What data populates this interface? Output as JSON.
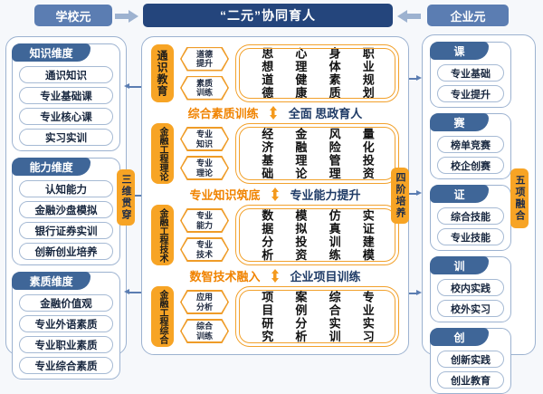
{
  "header": {
    "left": "学校元",
    "center": "“二元”协同育人",
    "right": "企业元"
  },
  "left_panel": {
    "vertical_label": "三维贯穿",
    "groups": [
      {
        "title": "知识维度",
        "items": [
          "通识知识",
          "专业基础课",
          "专业核心课",
          "实习实训"
        ]
      },
      {
        "title": "能力维度",
        "items": [
          "认知能力",
          "金融沙盘模拟",
          "银行证券实训",
          "创新创业培养"
        ]
      },
      {
        "title": "素质维度",
        "items": [
          "金融价值观",
          "专业外语素质",
          "专业职业素质",
          "专业综合素质"
        ]
      }
    ]
  },
  "center_panel": {
    "vertical_label": "四阶培养",
    "rows": [
      {
        "label": "通识教育",
        "badges": [
          "道德提升",
          "素质训练"
        ],
        "columns": [
          "思想道德",
          "心理健康",
          "身体素质",
          "职业规划"
        ]
      },
      {
        "label": "金融工程理论",
        "badges": [
          "专业知识",
          "专业理论"
        ],
        "columns": [
          "经济基础",
          "金融理论",
          "风险管理",
          "量化投资"
        ]
      },
      {
        "label": "金融工程技术",
        "badges": [
          "专业能力",
          "专业技术"
        ],
        "columns": [
          "数据分析",
          "模拟投资",
          "仿真训练",
          "实证建模"
        ]
      },
      {
        "label": "金融工程综合",
        "badges": [
          "应用分析",
          "综合训练"
        ],
        "columns": [
          "项目研究",
          "案例分析",
          "综合实训",
          "专业实习"
        ]
      }
    ],
    "dividers": [
      {
        "left": "综合素质训练",
        "right": "全面 思政育人"
      },
      {
        "left": "专业知识筑底",
        "right": "专业能力提升"
      },
      {
        "left": "数智技术融入",
        "right": "企业项目训练"
      }
    ]
  },
  "right_panel": {
    "vertical_label": "五项融合",
    "groups": [
      {
        "title": "课",
        "items": [
          "专业基础",
          "专业提升"
        ]
      },
      {
        "title": "赛",
        "items": [
          "榜单竞赛",
          "校企创赛"
        ]
      },
      {
        "title": "证",
        "items": [
          "综合技能",
          "专业技能"
        ]
      },
      {
        "title": "训",
        "items": [
          "校内实践",
          "校外实习"
        ]
      },
      {
        "title": "创",
        "items": [
          "创新实践",
          "创业教育"
        ]
      }
    ]
  },
  "colors": {
    "orange_fill": "#f7a425",
    "orange_border": "#f2a12c",
    "orange_text": "#f08300",
    "navy": "#24457c",
    "medium_blue": "#5b7db2",
    "tab_blue": "#3f6698",
    "border_blue": "#9cb2d0"
  }
}
